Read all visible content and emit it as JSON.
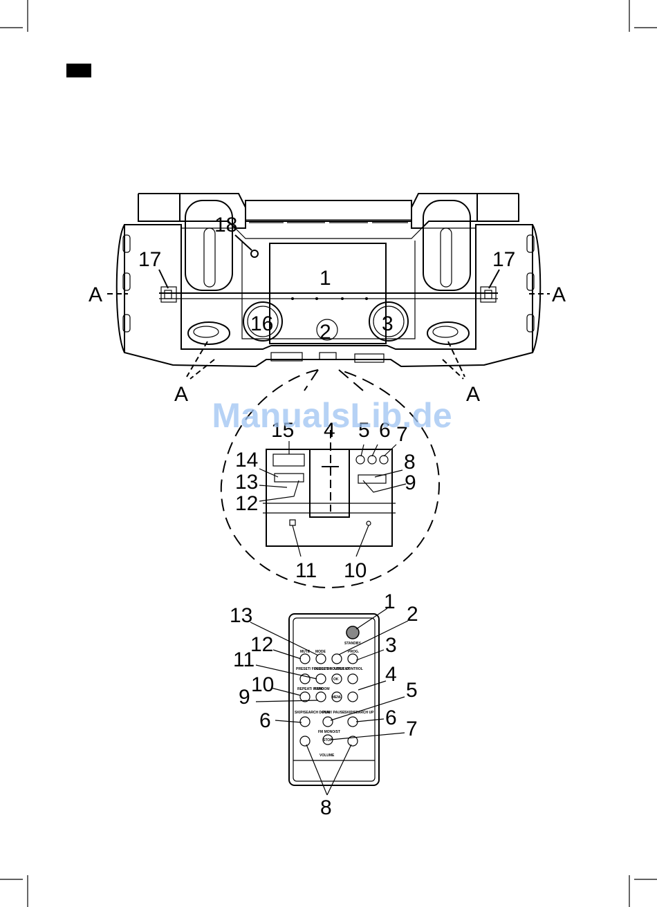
{
  "watermark": "ManualsLib.de",
  "main_unit": {
    "labels": {
      "l1": "1",
      "l2": "2",
      "l3": "3",
      "l16": "16",
      "l17_left": "17",
      "l17_right": "17",
      "l18": "18",
      "a_left": "A",
      "a_right": "A",
      "a_bottom_left": "A",
      "a_bottom_right": "A"
    }
  },
  "detail": {
    "labels": {
      "l4": "4",
      "l5": "5",
      "l6": "6",
      "l7": "7",
      "l8": "8",
      "l9": "9",
      "l10": "10",
      "l11": "11",
      "l12": "12",
      "l13": "13",
      "l14": "14",
      "l15": "15"
    }
  },
  "remote": {
    "labels": {
      "l1": "1",
      "l2": "2",
      "l3": "3",
      "l4": "4",
      "l5": "5",
      "l6_left": "6",
      "l6_right": "6",
      "l7": "7",
      "l8": "8",
      "l9": "9",
      "l10": "10",
      "l11": "11",
      "l12": "12",
      "l13": "13"
    },
    "buttons": {
      "standby": "STANDBY",
      "mute": "MUTE",
      "mode": "MODE",
      "prog": "PROG.",
      "preset_down": "PRESET/ FOLDER DN",
      "preset_up": "PRESET/ FOLDER UP",
      "apple_control": "APPLE CONTROL",
      "ok": "OK",
      "menu": "MENU",
      "repeat": "REPEAT/ INTRO",
      "random": "RANDOM",
      "skip_down": "SKIP/SEARCH DOWN",
      "play_pause": "PLAY/ PAUSE",
      "skip_up": "SKIP/SEARCH UP",
      "fm_mono": "FM MONO/ST",
      "stop": "STOP",
      "volume": "VOLUME"
    }
  }
}
